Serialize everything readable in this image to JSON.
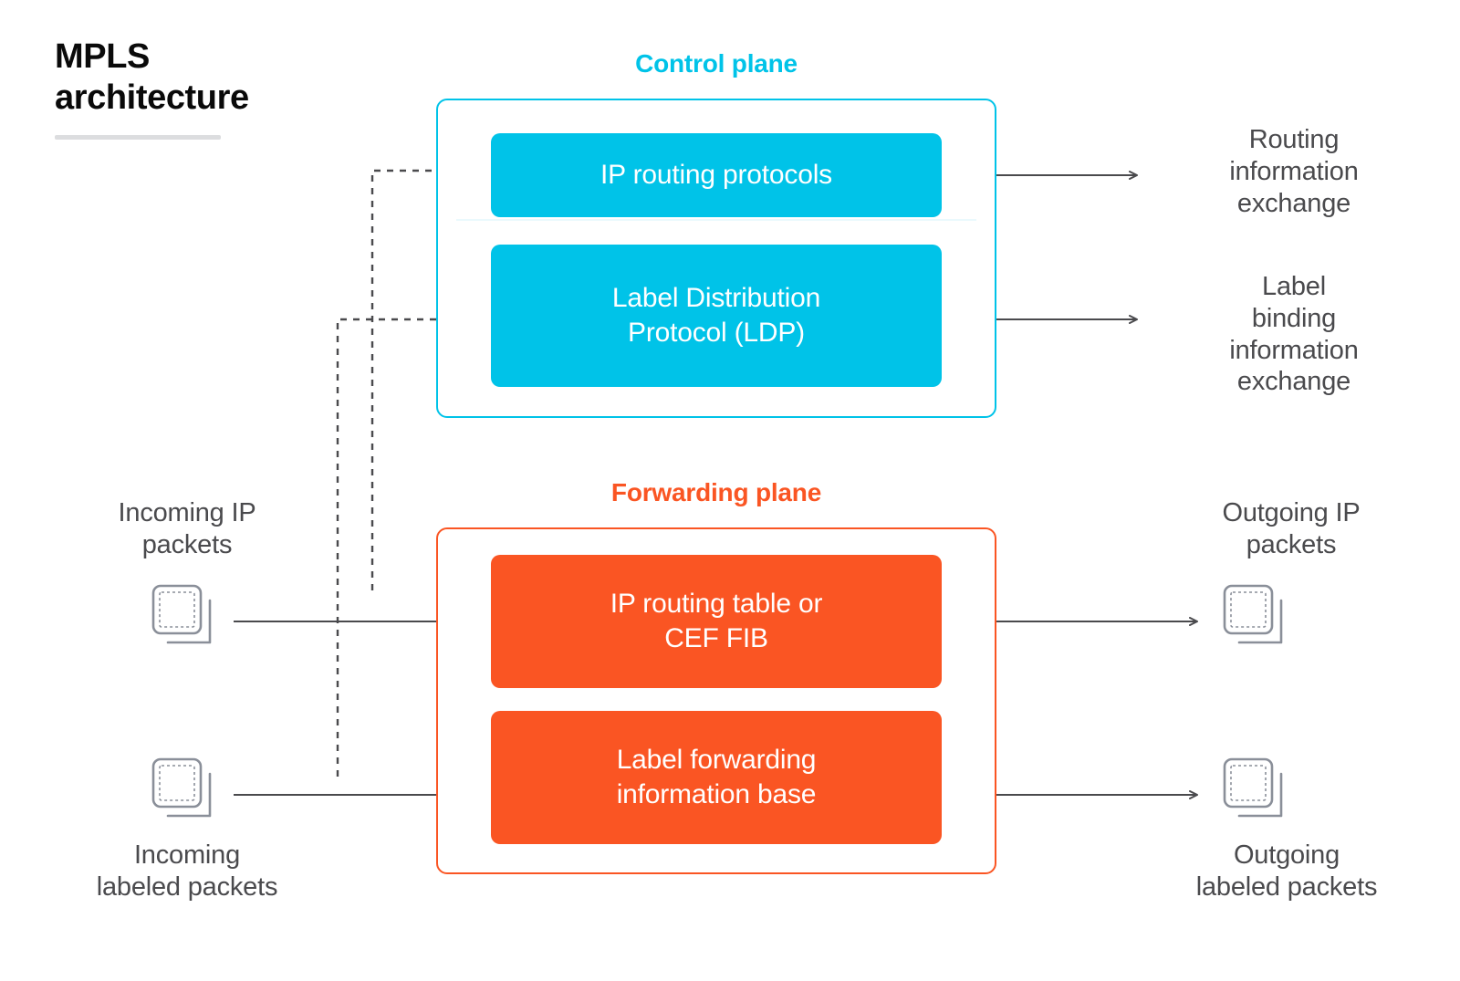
{
  "title": {
    "text": "MPLS\narchitecture"
  },
  "colors": {
    "cyan": "#00c3e8",
    "orange": "#fa5523",
    "text_gray": "#4a4a4d",
    "title_black": "#0a0a0a",
    "rule_gray": "#dcdddf",
    "connector_gray": "#4a4a4d",
    "packet_icon_gray": "#8a8f99"
  },
  "planes": {
    "control": {
      "heading": "Control plane",
      "nodes": [
        {
          "id": "ip-routing-protocols",
          "label": "IP routing protocols"
        },
        {
          "id": "ldp",
          "label": "Label Distribution\nProtocol (LDP)"
        }
      ]
    },
    "forwarding": {
      "heading": "Forwarding plane",
      "nodes": [
        {
          "id": "ip-routing-table",
          "label": "IP routing table or\nCEF FIB"
        },
        {
          "id": "label-fib",
          "label": "Label forwarding\ninformation base"
        }
      ]
    }
  },
  "side_labels": {
    "routing_information_exchange": "Routing\ninformation\nexchange",
    "label_binding_information_exchange": "Label\nbinding\ninformation\nexchange",
    "incoming_ip_packets": "Incoming IP\npackets",
    "incoming_labeled_packets": "Incoming\nlabeled packets",
    "outgoing_ip_packets": "Outgoing IP\npackets",
    "outgoing_labeled_packets": "Outgoing\nlabeled packets"
  },
  "icons": {
    "incoming_ip_packets": "packet-stack-icon",
    "incoming_labeled_packets": "packet-stack-icon",
    "outgoing_ip_packets": "packet-stack-icon",
    "outgoing_labeled_packets": "packet-stack-icon"
  },
  "connectors": {
    "solid_arrows": [
      {
        "name": "incoming-ip-to-routing-table",
        "style": "solid"
      },
      {
        "name": "incoming-labeled-to-label-fib",
        "style": "solid"
      },
      {
        "name": "routing-protocols-to-routing-info-exchange",
        "style": "solid"
      },
      {
        "name": "ldp-to-label-binding-exchange",
        "style": "solid"
      },
      {
        "name": "routing-table-to-outgoing-ip",
        "style": "solid"
      },
      {
        "name": "label-fib-to-outgoing-labeled",
        "style": "solid"
      }
    ],
    "dashed_arrows": [
      {
        "name": "routing-table-to-ip-routing-protocols",
        "style": "dashed"
      },
      {
        "name": "label-fib-to-ldp",
        "style": "dashed"
      }
    ]
  }
}
